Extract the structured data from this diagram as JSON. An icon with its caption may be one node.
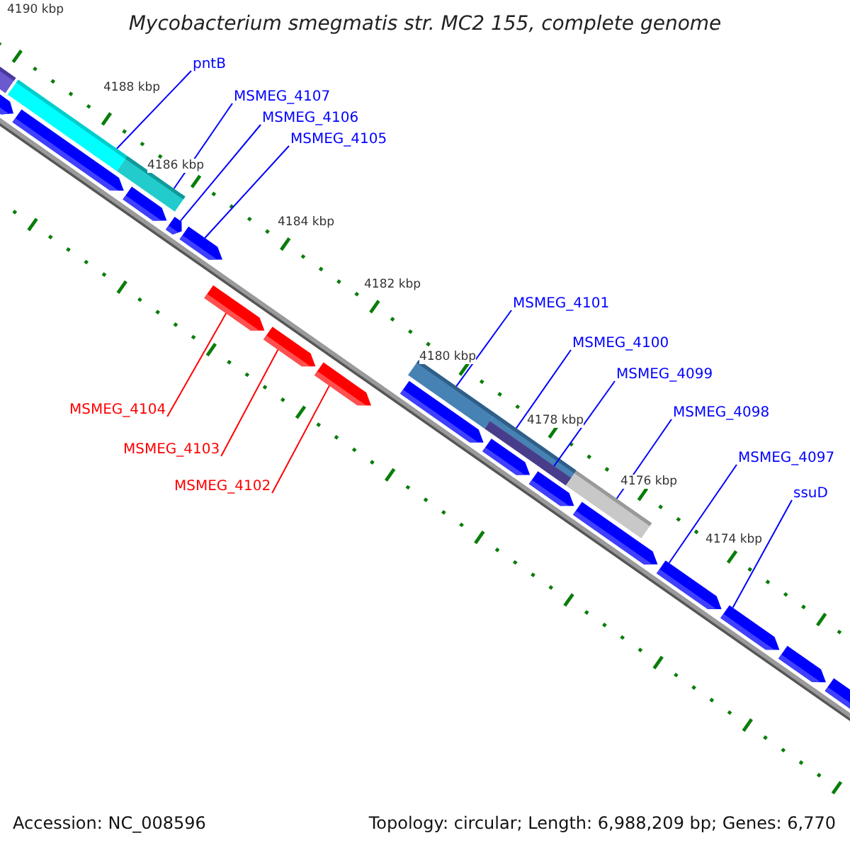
{
  "diagram": {
    "title": "Mycobacterium smegmatis str. MC2 155, complete genome",
    "nodes": [
      {
        "text": [
          "pntB"
        ]
      },
      {
        "text": [
          "MSMEG_4107"
        ]
      },
      {
        "text": [
          "MSMEG_4106"
        ]
      },
      {
        "text": [
          "MSMEG_4105"
        ]
      },
      {
        "text": [
          "MSMEG_4101"
        ]
      },
      {
        "text": [
          "MSMEG_4100"
        ]
      },
      {
        "text": [
          "MSMEG_4099"
        ]
      },
      {
        "text": [
          "MSMEG_4098"
        ]
      },
      {
        "text": [
          "MSMEG_4097"
        ]
      },
      {
        "text": [
          "ssuD"
        ]
      },
      {
        "text": [
          "MSMEG_4104"
        ]
      },
      {
        "text": [
          "MSMEG_4103"
        ]
      },
      {
        "text": [
          "MSMEG_4102"
        ]
      },
      {
        "text": [],
        "shape": "bar"
      },
      {
        "text": [],
        "shape": "pentagon"
      },
      {
        "text": [],
        "shape": "bar"
      },
      {
        "text": [],
        "shape": "pentagon"
      },
      {
        "text": [],
        "shape": "bar"
      },
      {
        "text": [],
        "shape": "pentagon"
      },
      {
        "text": [],
        "shape": "pentagon"
      },
      {
        "text": [],
        "shape": "pentagon"
      },
      {
        "text": [],
        "shape": "pentagon"
      },
      {
        "text": [],
        "shape": "pentagon"
      },
      {
        "text": [],
        "shape": "pentagon"
      },
      {
        "text": [],
        "shape": "bar"
      },
      {
        "text": [],
        "shape": "pentagon"
      },
      {
        "text": [],
        "shape": "bar"
      },
      {
        "text": [],
        "shape": "bar"
      },
      {
        "text": [],
        "shape": "pentagon"
      },
      {
        "text": [],
        "shape": "pentagon"
      },
      {
        "text": [],
        "shape": "bar"
      },
      {
        "text": [],
        "shape": "pentagon"
      },
      {
        "text": [],
        "shape": "pentagon"
      },
      {
        "text": [],
        "shape": "pentagon"
      },
      {
        "text": [],
        "shape": "pentagon"
      },
      {
        "text": [],
        "shape": "pentagon"
      }
    ],
    "edges": [
      {
        "from": 0,
        "to": 15,
        "arrow": "none"
      },
      {
        "from": 1,
        "to": 17,
        "arrow": "none"
      },
      {
        "from": 2,
        "to": 19,
        "arrow": "none"
      },
      {
        "from": 3,
        "to": 20,
        "arrow": "none"
      },
      {
        "from": 4,
        "to": 24,
        "arrow": "none"
      },
      {
        "from": 5,
        "to": 26,
        "arrow": "none"
      },
      {
        "from": 6,
        "to": 27,
        "arrow": "none"
      },
      {
        "from": 7,
        "to": 30,
        "arrow": "none"
      },
      {
        "from": 8,
        "to": 32,
        "arrow": "none"
      },
      {
        "from": 9,
        "to": 33,
        "arrow": "none"
      },
      {
        "from": 10,
        "to": 21,
        "arrow": "none",
        "color": "#ff0000"
      },
      {
        "from": 11,
        "to": 22,
        "arrow": "none",
        "color": "#ff0000"
      },
      {
        "from": 12,
        "to": 23,
        "arrow": "none",
        "color": "#ff0000"
      }
    ],
    "labels": [
      "4190 kbp",
      "4188 kbp",
      "4186 kbp",
      "4184 kbp",
      "4182 kbp",
      "4180 kbp",
      "4178 kbp",
      "4176 kbp",
      "4174 kbp",
      "Accession: NC_008596",
      "Topology: circular; Length: 6,988,209 bp; Genes: 6,770"
    ]
  }
}
